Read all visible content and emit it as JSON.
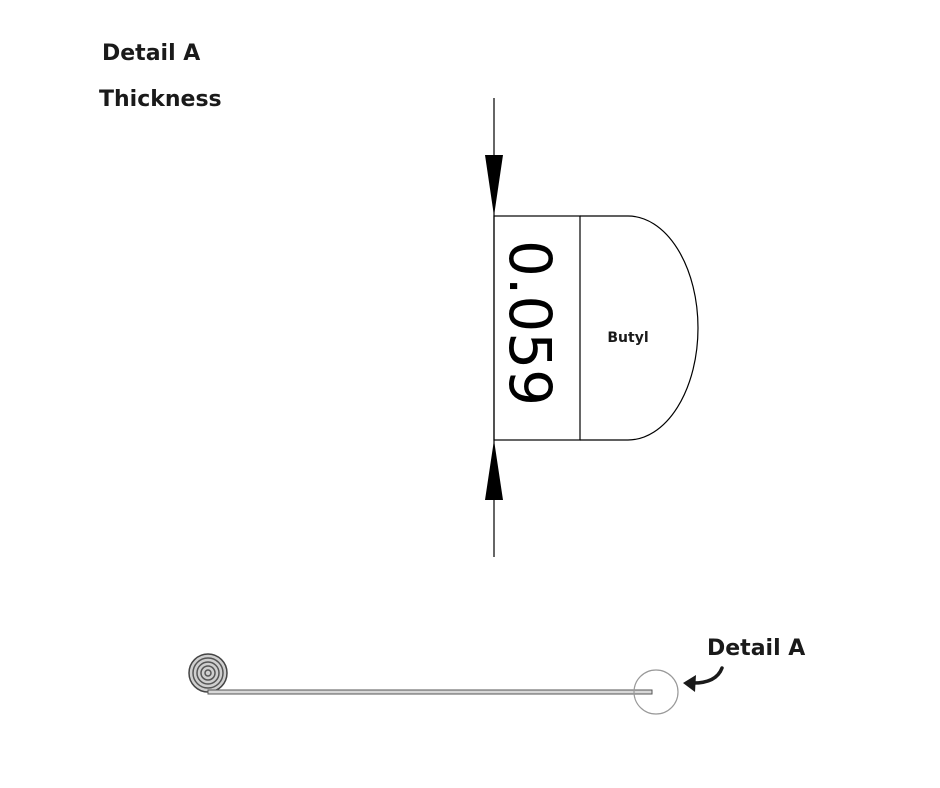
{
  "title": {
    "line1": "Detail A",
    "line2": "Thickness"
  },
  "dimension": {
    "value": "0.059"
  },
  "material": {
    "label": "Butyl"
  },
  "callout": {
    "label": "Detail A"
  },
  "colors": {
    "line": "#000000",
    "roll": "#555555",
    "circle": "#999999"
  }
}
